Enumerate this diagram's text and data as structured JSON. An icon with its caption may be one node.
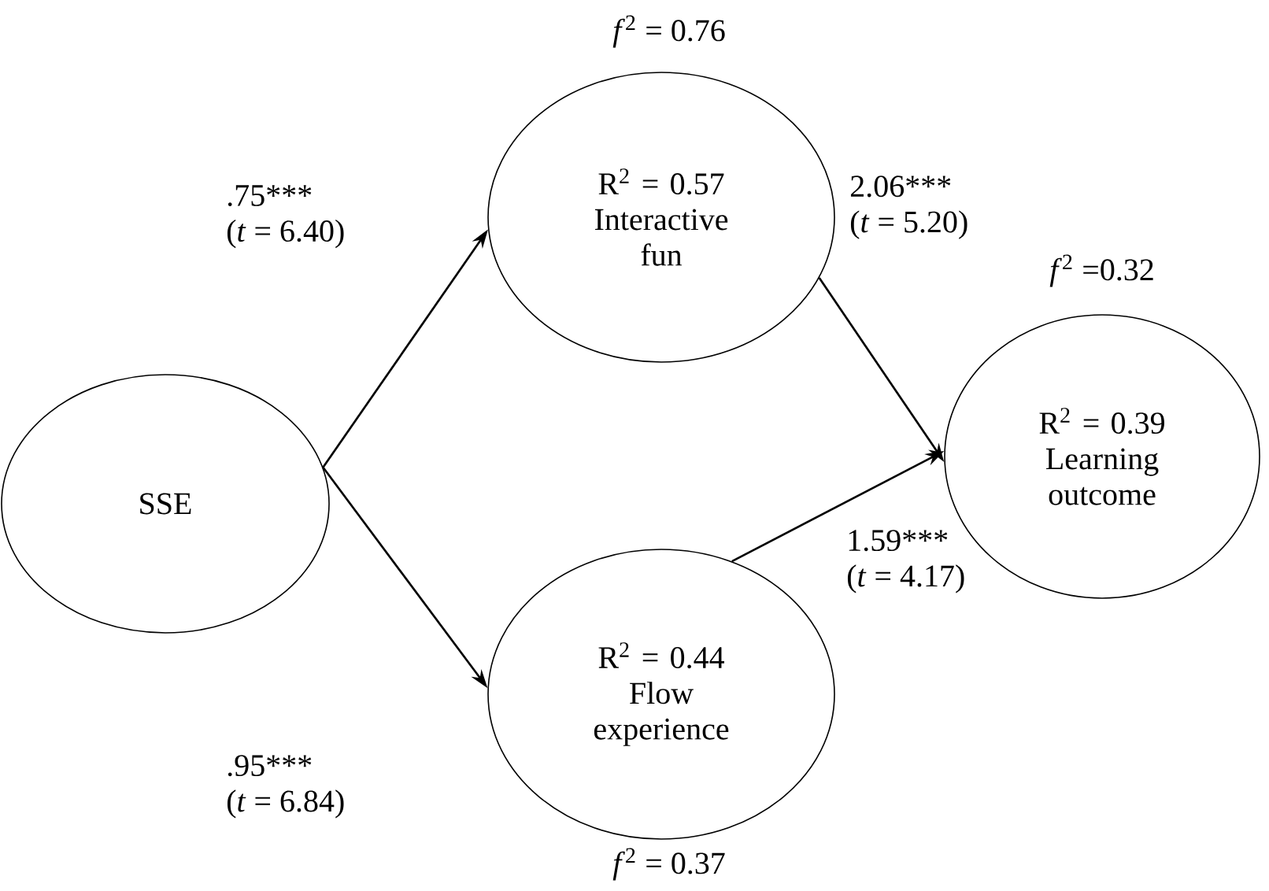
{
  "diagram": {
    "nodes": [
      {
        "text": [
          "SSE"
        ]
      },
      {
        "text": [
          "R$^{2}$ = 0.57",
          "Interactive fun"
        ],
        "beside": [
          "*f*$^{2}$ = 0.76"
        ]
      },
      {
        "text": [
          "R$^{2}$ = 0.44",
          "Flow experience"
        ],
        "beside": [
          "*f*$^{2}$ = 0.37"
        ]
      },
      {
        "text": [
          "R$^{2}$ = 0.39",
          "Learning outcome"
        ],
        "beside": [
          "*f*$^{2}$ =0.32"
        ]
      }
    ],
    "edges": [
      {
        "from": 0,
        "to": 1,
        "arrow": "to",
        "label": ".75*** (*t* = 6.40)"
      },
      {
        "from": 0,
        "to": 2,
        "arrow": "to",
        "label": ".95*** (*t* = 6.84)"
      },
      {
        "from": 1,
        "to": 3,
        "arrow": "to",
        "label": "2.06*** (*t* = 5.20)"
      },
      {
        "from": 2,
        "to": 3,
        "arrow": "to",
        "label": "1.59*** (*t* = 4.17)"
      }
    ]
  }
}
